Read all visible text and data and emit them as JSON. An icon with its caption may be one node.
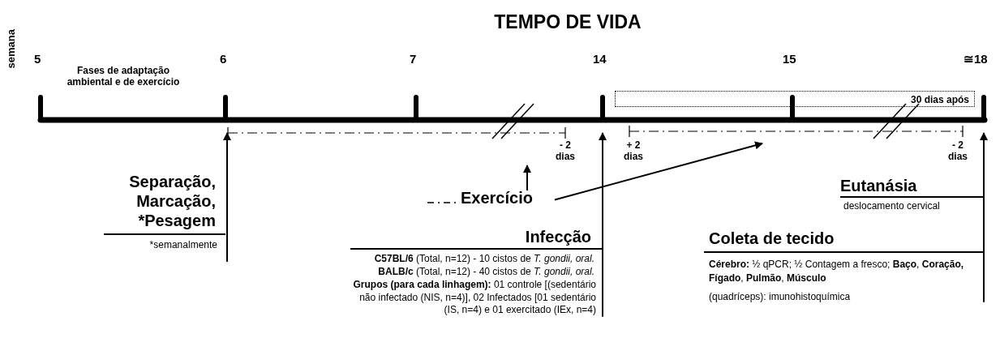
{
  "diagram": {
    "title": "TEMPO DE VIDA",
    "nodes": [
      {
        "text": [
          "Separação, Marcação, *Pesagem",
          "*semanalmente"
        ]
      },
      {
        "text": [
          "Exercício"
        ]
      },
      {
        "text": [
          "Infecção",
          "**C57BL/6** (Total, n=12) - 10 cistos de *T. gondii, oral.*",
          "**BALB/c** (Total, n=12) - 40 cistos de *T. gondii, oral.*",
          "**Grupos (para cada linhagem):** 01 controle [(sedentário não infectado (NIS, n=4)], 02 Infectados [01 sedentário (IS, n=4) e 01 exercitado (IEx, n=4)"
        ]
      },
      {
        "text": [
          "Eutanásia",
          "deslocamento cervical"
        ]
      },
      {
        "text": [
          "Coleta de tecido",
          "**Cérebro:** ½ qPCR; ½ Contagem a fresco; **Baço**, **Coração, Fígado**, **Pulmão**, **Músculo**",
          "(quadríceps): imunohistoquímica"
        ]
      },
      {
        "text": [
          "30 dias após"
        ]
      }
    ],
    "edges": [
      {
        "from": 0,
        "to": null,
        "arrow": "to"
      },
      {
        "from": 1,
        "to": null,
        "arrow": "to"
      },
      {
        "from": 1,
        "to": null,
        "arrow": "to"
      },
      {
        "from": 2,
        "to": null,
        "arrow": "to"
      },
      {
        "from": 4,
        "to": null,
        "arrow": "to"
      }
    ],
    "labels": [
      "semana",
      "5",
      "Fases de adaptação ambiental e de exercício",
      "6",
      "7",
      "14",
      "15",
      "≅18",
      "- 2 dias",
      "+ 2 dias",
      "- 2 dias"
    ]
  }
}
